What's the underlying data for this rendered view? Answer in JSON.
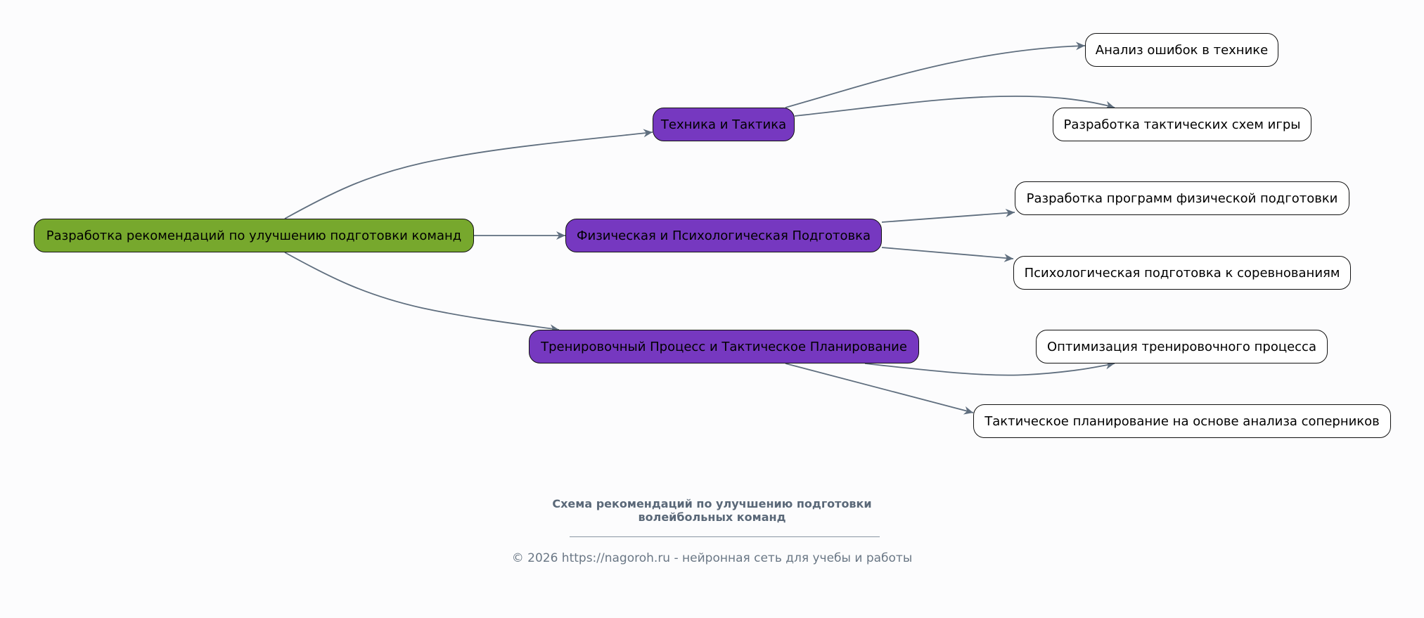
{
  "diagram": {
    "type": "mind-map",
    "colors": {
      "root_fill": "#77a82d",
      "branch_fill": "#7638c0",
      "leaf_fill": "#ffffff",
      "edge": "#5f6e7e",
      "text_muted": "#5a6878"
    },
    "root": {
      "id": "root",
      "label": "Разработка рекомендаций по улучшению подготовки команд"
    },
    "branches": [
      {
        "id": "b1",
        "label": "Техника и Тактика",
        "children": [
          {
            "id": "b1c1",
            "label": "Анализ ошибок в технике"
          },
          {
            "id": "b1c2",
            "label": "Разработка тактических схем игры"
          }
        ]
      },
      {
        "id": "b2",
        "label": "Физическая и Психологическая Подготовка",
        "children": [
          {
            "id": "b2c1",
            "label": "Разработка программ физической подготовки"
          },
          {
            "id": "b2c2",
            "label": "Психологическая подготовка к соревнованиям"
          }
        ]
      },
      {
        "id": "b3",
        "label": "Тренировочный Процесс и Тактическое Планирование",
        "children": [
          {
            "id": "b3c1",
            "label": "Оптимизация тренировочного процесса"
          },
          {
            "id": "b3c2",
            "label": "Тактическое планирование на основе анализа соперников"
          }
        ]
      }
    ],
    "edges": [
      {
        "from": "root",
        "to": "b1"
      },
      {
        "from": "root",
        "to": "b2"
      },
      {
        "from": "root",
        "to": "b3"
      },
      {
        "from": "b1",
        "to": "b1c1"
      },
      {
        "from": "b1",
        "to": "b1c2"
      },
      {
        "from": "b2",
        "to": "b2c1"
      },
      {
        "from": "b2",
        "to": "b2c2"
      },
      {
        "from": "b3",
        "to": "b3c1"
      },
      {
        "from": "b3",
        "to": "b3c2"
      }
    ]
  },
  "caption": {
    "title_line1": "Схема рекомендаций по улучшению подготовки",
    "title_line2": "волейбольных команд",
    "footer": "© 2026 https://nagoroh.ru - нейронная сеть для учебы и работы"
  }
}
